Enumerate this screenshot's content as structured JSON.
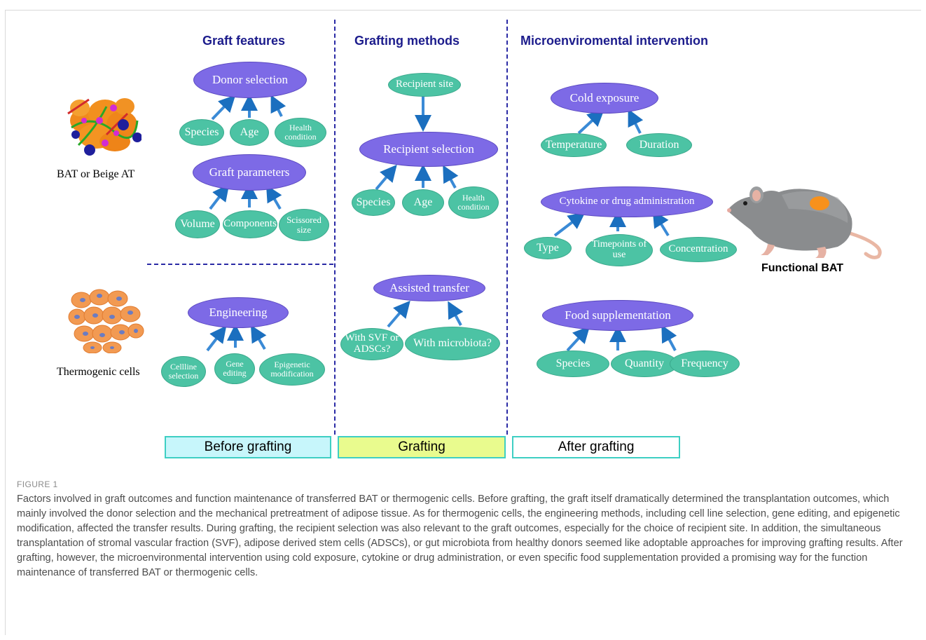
{
  "headers": {
    "graft_features": "Graft features",
    "grafting_methods": "Grafting  methods",
    "micro": "Microenviromental intervention"
  },
  "left_labels": {
    "bat": "BAT or Beige AT",
    "thermo": "Thermogenic cells",
    "functional": "Functional BAT"
  },
  "graft": {
    "donor": "Donor selection",
    "species": "Species",
    "age": "Age",
    "health": "Health condition",
    "params": "Graft parameters",
    "volume": "Volume",
    "components": "Components",
    "scissored": "Scissored size",
    "engineering": "Engineering",
    "cellline": "Cellline selection",
    "gene": "Gene editing",
    "epigenetic": "Epigenetic modification"
  },
  "methods": {
    "recipient_site": "Recipient site",
    "recipient_selection": "Recipient  selection",
    "species": "Species",
    "age": "Age",
    "health": "Health condition",
    "assisted": "Assisted transfer",
    "svf": "With SVF or ADSCs?",
    "microbiota": "With microbiota?"
  },
  "micro": {
    "cold": "Cold exposure",
    "temperature": "Temperature",
    "duration": "Duration",
    "cytokine": "Cytokine or drug administration",
    "type": "Type",
    "timepoints": "Timepoints of use",
    "concentration": "Concentration",
    "food": "Food supplementation",
    "species": "Species",
    "quantity": "Quantity",
    "frequency": "Frequency"
  },
  "phases": {
    "before": "Before  grafting",
    "grafting": "Grafting",
    "after": "After  grafting"
  },
  "phase_colors": {
    "before": "#c7f6fb",
    "grafting": "#e9fb8e",
    "after": "#ffffff"
  },
  "figure_label": "FIGURE 1",
  "caption": "Factors involved in graft outcomes and function maintenance of transferred BAT or thermogenic cells. Before grafting, the graft itself dramatically determined the transplantation outcomes, which mainly involved the donor selection and the mechanical pretreatment of adipose tissue. As for thermogenic cells, the engineering methods, including cell line selection, gene editing, and epigenetic modification, affected the transfer results. During grafting, the recipient selection was also relevant to the graft outcomes, especially for the choice of recipient site. In addition, the simultaneous transplantation of stromal vascular fraction (SVF), adipose derived stem cells (ADSCs), or gut microbiota from healthy donors seemed like adoptable approaches for improving grafting results. After grafting, however, the microenvironmental intervention using cold exposure, cytokine or drug administration, or even specific food supplementation provided a promising way for the function maintenance of transferred BAT or thermogenic cells."
}
